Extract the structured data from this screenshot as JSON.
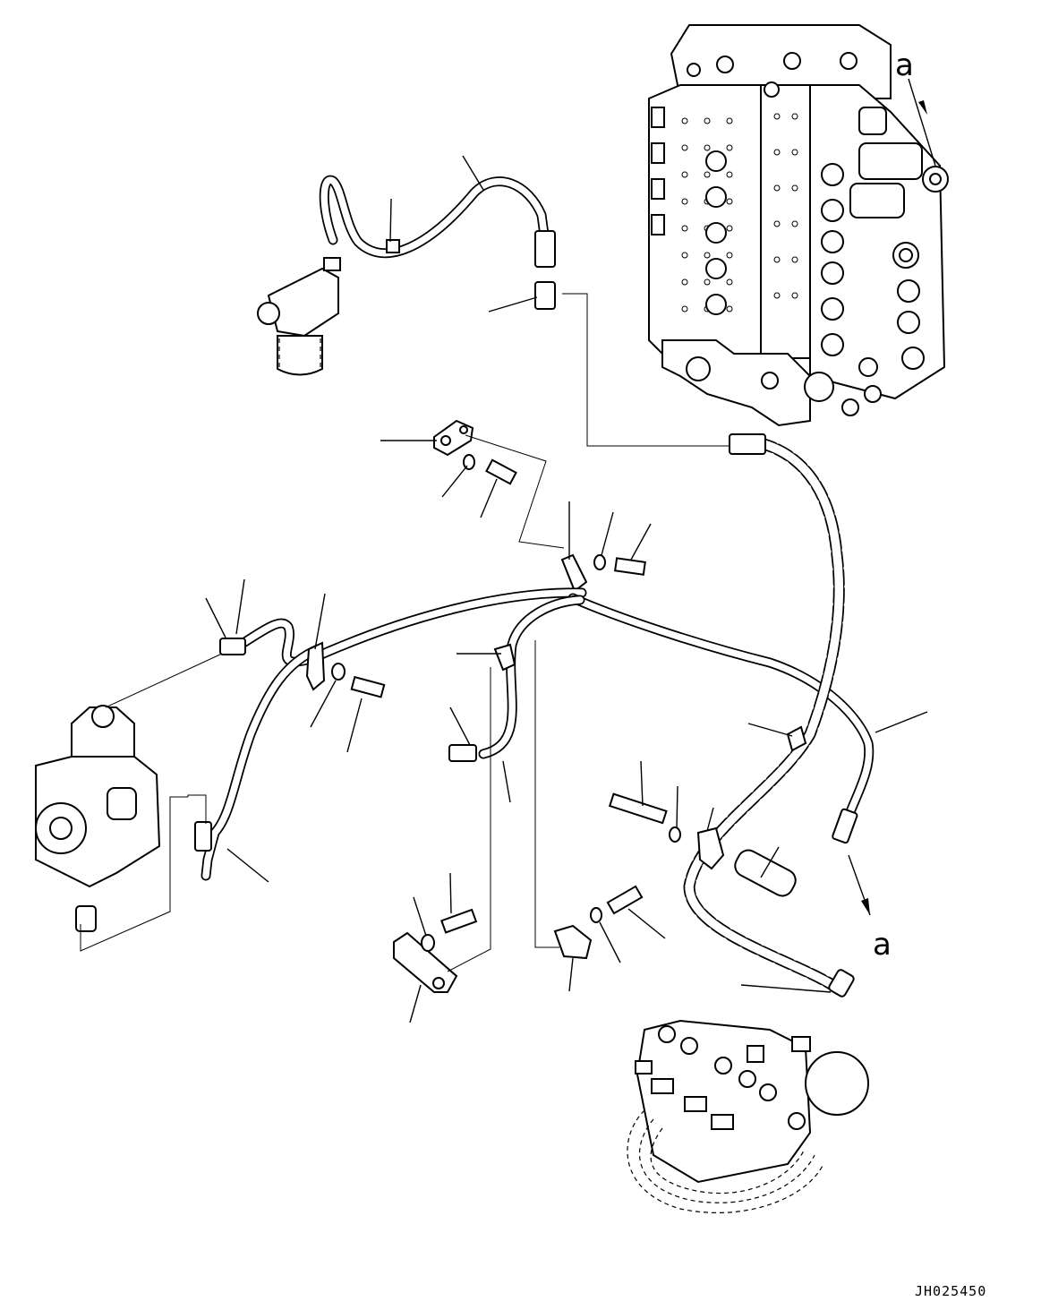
{
  "diagram": {
    "ref_mark_top": "a",
    "ref_mark_bottom": "a",
    "drawing_code": "JH025450"
  }
}
